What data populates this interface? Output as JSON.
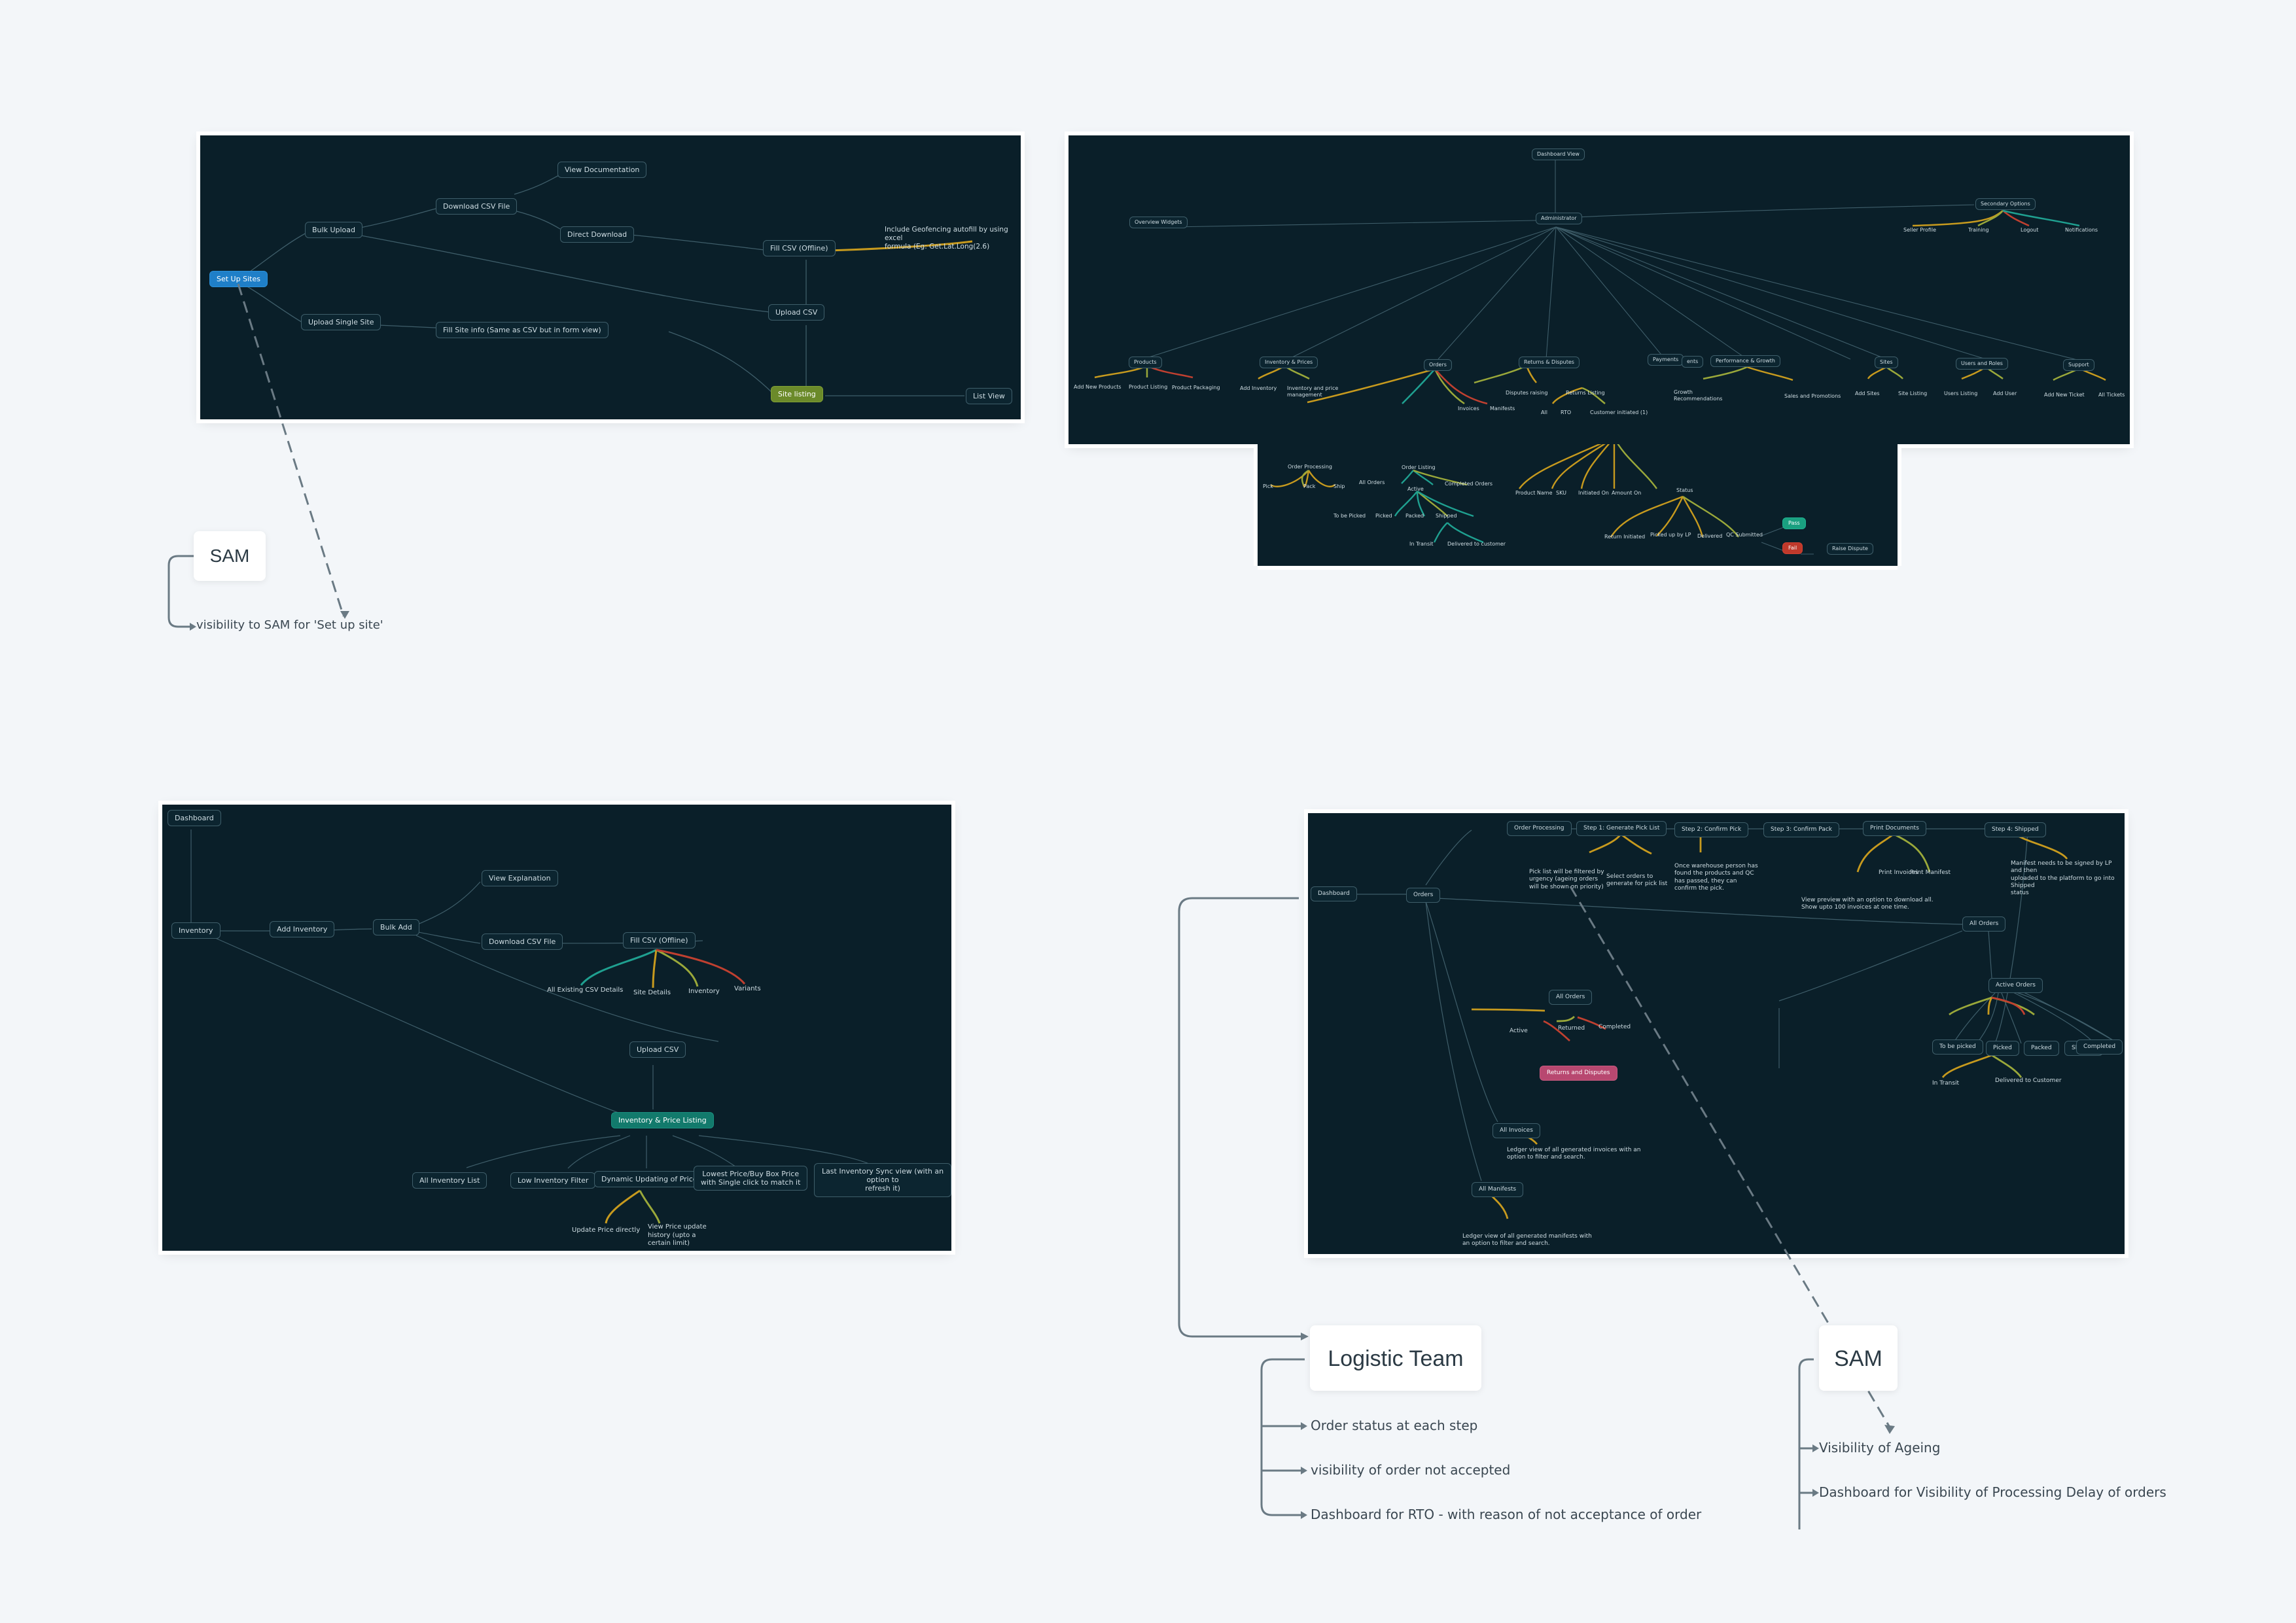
{
  "panel1": {
    "set_up_sites": "Set Up Sites",
    "bulk_upload": "Bulk Upload",
    "upload_single_site": "Upload Single Site",
    "download_csv": "Download CSV File",
    "view_documentation": "View Documentation",
    "direct_download": "Direct Download",
    "fill_csv_offline": "Fill CSV (Offline)",
    "upload_csv": "Upload CSV",
    "fill_site_info": "Fill Site info (Same as CSV but in form view)",
    "site_listing": "Site listing",
    "list_view": "List View",
    "geofencing_note": "Include Geofencing autofill by using excel\nformula (Eg: Get.Lat.Long(2.6)"
  },
  "panel2": {
    "dashboard_view": "Dashboard View",
    "administrator": "Administrator",
    "overview_widgets": "Overview Widgets",
    "secondary_options": "Secondary Options",
    "seller_profile": "Seller Profile",
    "training": "Training",
    "logout": "Logout",
    "notifications": "Notifications",
    "products": "Products",
    "add_new_products": "Add New Products",
    "product_listing": "Product Listing",
    "product_packaging": "Product Packaging",
    "inventory_pricing": "Inventory & Prices",
    "add_inventory": "Add Inventory",
    "inventory_price_mgmt": "Inventory and price\nmanagement",
    "orders": "Orders",
    "order_processing": "Order Processing",
    "pick": "Pick",
    "pack": "Pack",
    "ship": "Ship",
    "order_listing": "Order Listing",
    "all_orders": "All Orders",
    "active": "Active",
    "completed_orders": "Completed Orders",
    "to_be_picked": "To be Picked",
    "picked": "Picked",
    "packed": "Packed",
    "shipped": "Shipped",
    "in_transit": "In Transit",
    "delivered_customer": "Delivered to customer",
    "invoices": "Invoices",
    "manifests": "Manifests",
    "returns_disputes": "Returns & Disputes",
    "disputes_raising": "Disputes raising",
    "returns_listing": "Returns Listing",
    "all": "All",
    "rto": "RTO",
    "customer_initiated": "Customer initiated (1)",
    "product_name": "Product Name",
    "sku": "SKU",
    "initiated_on": "Initiated On",
    "amount_on": "Amount On",
    "status": "Status",
    "return_initiated": "Return Initiated",
    "picked_up_lp": "Picked up by LP",
    "delivered": "Delivered",
    "qc_submitted": "QC Submitted",
    "pass": "Pass",
    "fail": "Fail",
    "raise_dispute": "Raise Dispute",
    "payments": "Payments",
    "ents": "ents",
    "performance_growth": "Performance & Growth",
    "growth_recommendations": "Growth\nRecommendations",
    "sales_promotions": "Sales and Promotions",
    "sites": "Sites",
    "add_sites": "Add Sites",
    "site_listing": "Site Listing",
    "users_roles": "Users and Roles",
    "users_listing": "Users Listing",
    "add_user": "Add User",
    "support": "Support",
    "add_new_ticket": "Add New Ticket",
    "all_tickets": "All Tickets"
  },
  "panel3": {
    "dashboard": "Dashboard",
    "inventory": "Inventory",
    "add_inventory": "Add Inventory",
    "bulk_add": "Bulk Add",
    "view_explanation": "View Explanation",
    "download_csv": "Download CSV File",
    "fill_csv": "Fill CSV (Offline)",
    "all_existing_csv": "All Existing CSV Details",
    "site_details": "Site Details",
    "inventory_leaf": "Inventory",
    "variants": "Variants",
    "upload_csv": "Upload CSV",
    "inv_price_listing": "Inventory & Price Listing",
    "all_inventory_list": "All Inventory List",
    "low_inventory_filter": "Low Inventory Filter",
    "dynamic_updating": "Dynamic Updating of Price",
    "lowest_price": "Lowest Price/Buy Box Price\nwith Single click to match it",
    "last_inventory_sync": "Last Inventory Sync view (with an option to\nrefresh it)",
    "update_price_directly": "Update Price directly",
    "view_price_history": "View Price update\nhistory (upto a\ncertain limit)"
  },
  "panel4": {
    "dashboard": "Dashboard",
    "orders": "Orders",
    "order_processing": "Order Processing",
    "step1": "Step 1: Generate Pick List",
    "step2": "Step 2: Confirm Pick",
    "step3": "Step 3: Confirm Pack",
    "print_documents": "Print Documents",
    "step4": "Step 4: Shipped",
    "pick_list_note": "Pick list will be filtered by\nurgency (ageing orders\nwill be shown on priority)",
    "select_orders_note": "Select orders to\ngenerate for pick list",
    "once_warehouse_note": "Once warehouse person has\nfound the products and QC\nhas passed, they can\nconfirm the pick.",
    "print_invoices": "Print Invoices",
    "print_manifest": "Print Manifest",
    "view_preview_note": "View preview with an option to download all.\nShow upto 100 invoices at one time.",
    "manifest_note": "Manifest needs to be signed by LP and then\nuploaded to the platform to go into Shipped\nstatus",
    "all_orders": "All Orders",
    "active_orders": "Active Orders",
    "to_be_picked": "To be picked",
    "picked": "Picked",
    "packed": "Packed",
    "shipped": "Shipped",
    "completed": "Completed",
    "in_transit": "In Transit",
    "delivered_customer": "Delivered to Customer",
    "all_orders2": "All Orders",
    "active": "Active",
    "returned": "Returned",
    "completed2": "Completed",
    "returns_disputes": "Returns and Disputes",
    "all_invoices": "All Invoices",
    "invoices_note": "Ledger view of all generated invoices with an\noption to filter and search.",
    "all_manifests": "All Manifests",
    "manifests_note": "Ledger view of all generated manifests with\nan option to filter and search."
  },
  "sam1": {
    "title": "SAM",
    "note": "visibility to SAM for 'Set up site'"
  },
  "logistic": {
    "title": "Logistic Team",
    "items": [
      "Order status at each step",
      "visibility of order not accepted",
      "Dashboard for RTO - with reason of not acceptance of order"
    ]
  },
  "sam2": {
    "title": "SAM",
    "items": [
      "Visibility  of Ageing",
      "Dashboard for Visibility of Processing Delay of orders"
    ]
  }
}
